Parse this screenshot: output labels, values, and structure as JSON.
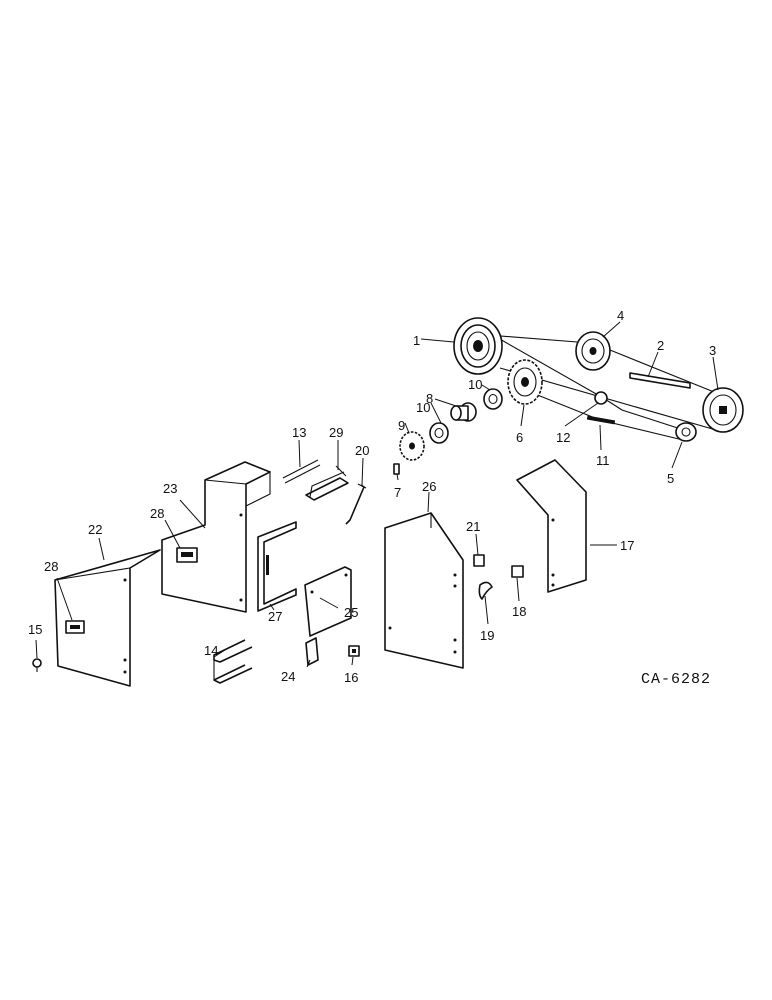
{
  "diagram": {
    "drawing_code": "CA-6282",
    "callouts": [
      "1",
      "2",
      "3",
      "4",
      "5",
      "6",
      "7",
      "8",
      "9",
      "10",
      "10",
      "11",
      "12",
      "13",
      "14",
      "15",
      "16",
      "17",
      "18",
      "19",
      "20",
      "21",
      "22",
      "23",
      "24",
      "25",
      "26",
      "27",
      "28",
      "28",
      "29"
    ]
  }
}
